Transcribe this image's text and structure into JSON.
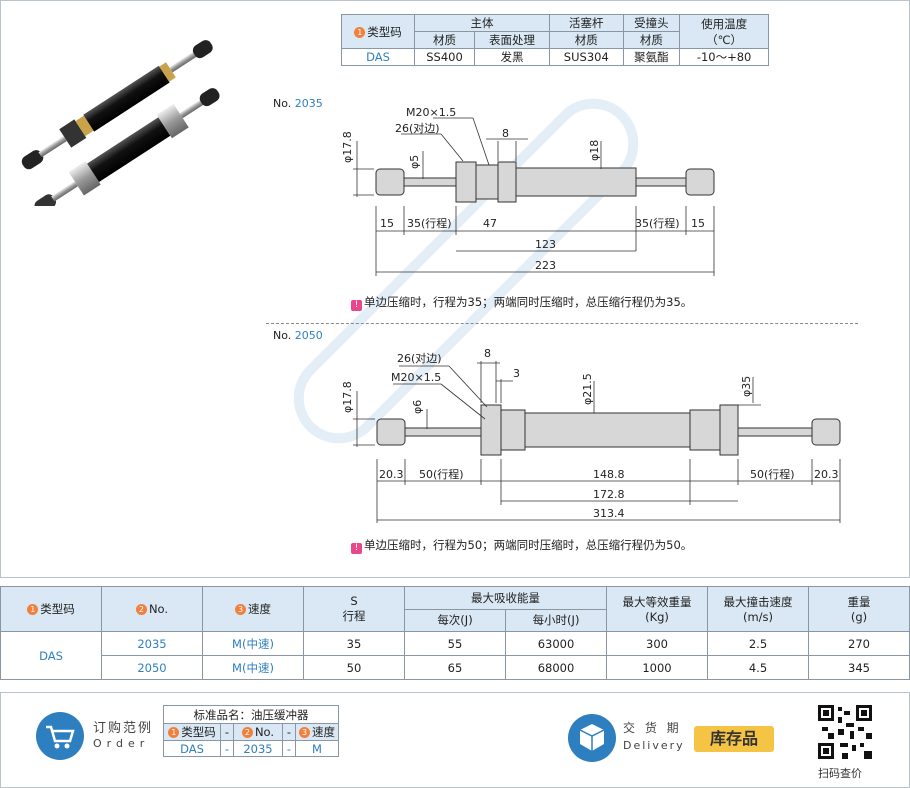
{
  "spec_table": {
    "type_code": "类型码",
    "body": "主体",
    "piston_rod": "活塞杆",
    "bumper": "受撞头",
    "temp": "使用温度",
    "temp_unit": "（℃）",
    "material": "材质",
    "surface": "表面处理",
    "values": [
      "DAS",
      "SS400",
      "发黑",
      "SUS304",
      "聚氨酯",
      "-10～+80"
    ]
  },
  "diagram1": {
    "no_label": "No.",
    "no_value": "2035",
    "dims": {
      "thread": "M20×1.5",
      "across": "26(对边)",
      "nut": "8",
      "d_tip": "φ17.8",
      "d_rod": "φ5",
      "d_body": "φ18",
      "tip_left": "15",
      "stroke_left": "35(行程)",
      "thread_len": "47",
      "stroke_right": "35(行程)",
      "tip_right": "15",
      "body_len": "123",
      "total_len": "223"
    },
    "note": "单边压缩时，行程为35；两端同时压缩时，总压缩行程仍为35。"
  },
  "diagram2": {
    "no_label": "No.",
    "no_value": "2050",
    "dims": {
      "across": "26(对边)",
      "thread": "M20×1.5",
      "nut": "8",
      "gap": "3",
      "d_tip": "φ17.8",
      "d_rod": "φ6",
      "d_body": "φ21.5",
      "d_right": "φ35",
      "tip_left": "20.3",
      "stroke_left": "50(行程)",
      "mid_len": "148.8",
      "stroke_right": "50(行程)",
      "tip_right": "20.3",
      "body_len": "172.8",
      "total_len": "313.4"
    },
    "note": "单边压缩时，行程为50；两端同时压缩时，总压缩行程仍为50。"
  },
  "main_table": {
    "headers": {
      "type_code": "类型码",
      "no": "No.",
      "speed": "速度",
      "s": "S",
      "stroke": "行程",
      "max_energy": "最大吸收能量",
      "per_cycle": "每次(J)",
      "per_hour": "每小时(J)",
      "mass": "最大等效重量",
      "mass_unit": "(Kg)",
      "impact": "最大撞击速度",
      "impact_unit": "(m/s)",
      "weight": "重量",
      "weight_unit": "(g)"
    },
    "type": "DAS",
    "rows": [
      {
        "no": "2035",
        "speed": "M(中速)",
        "stroke": "35",
        "per_cycle": "55",
        "per_hour": "63000",
        "mass": "300",
        "impact": "2.5",
        "weight": "270"
      },
      {
        "no": "2050",
        "speed": "M(中速)",
        "stroke": "50",
        "per_cycle": "65",
        "per_hour": "68000",
        "mass": "1000",
        "impact": "4.5",
        "weight": "345"
      }
    ]
  },
  "order": {
    "title_cn": "订购范例",
    "title_en": "Order",
    "std_name": "标准品名：油压缓冲器",
    "type_code": "类型码",
    "no": "No.",
    "speed": "速度",
    "dash": "-",
    "values": [
      "DAS",
      "2035",
      "M"
    ],
    "delivery_cn": "交 货 期",
    "delivery_en": "Delivery",
    "stock": "库存品",
    "scan": "扫码查价"
  },
  "colors": {
    "accent": "#2e7fc0",
    "header_bg": "#d9e8f4",
    "badge": "#f0803c",
    "note": "#e8478b",
    "stock_bg": "#f6c445"
  }
}
